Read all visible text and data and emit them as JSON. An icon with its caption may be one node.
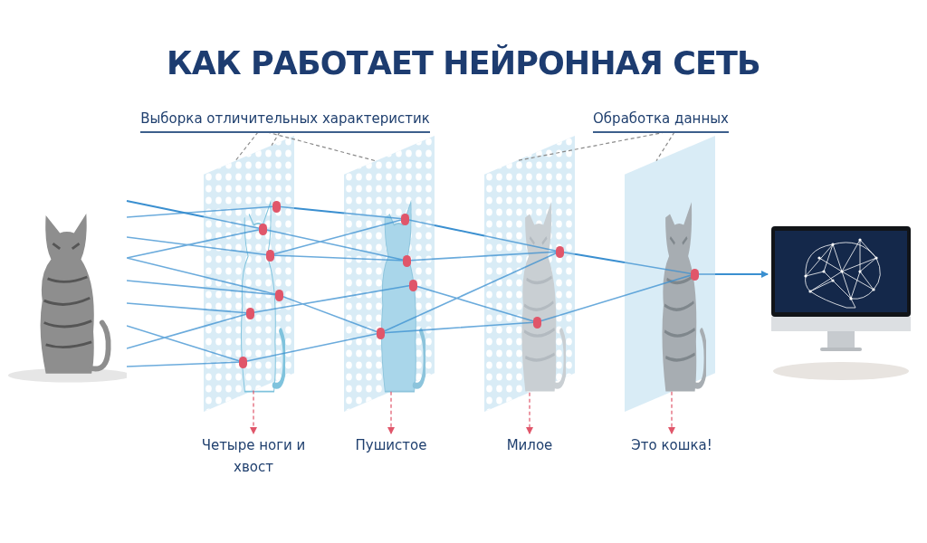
{
  "diagram": {
    "title": "КАК РАБОТАЕТ НЕЙРОННАЯ СЕТЬ",
    "nodes": [
      {
        "text": [],
        "shape": "picture"
      },
      {
        "text": [],
        "shape": "box"
      },
      {
        "text": [],
        "shape": "box"
      },
      {
        "text": [],
        "shape": "box"
      },
      {
        "text": [],
        "shape": "box"
      },
      {
        "text": [],
        "shape": "picture"
      },
      {
        "text": [
          "Выборка отличительных характеристик"
        ]
      },
      {
        "text": [
          "Обработка данных"
        ]
      },
      {
        "text": [
          "Четыре ноги и хвост"
        ]
      },
      {
        "text": [
          "Пушистое"
        ]
      },
      {
        "text": [
          "Милое"
        ]
      },
      {
        "text": [
          "Это кошка!"
        ]
      }
    ],
    "edges": [
      {
        "from": 0,
        "to": 1,
        "arrow": "none"
      },
      {
        "from": 1,
        "to": 2,
        "arrow": "none"
      },
      {
        "from": 2,
        "to": 3,
        "arrow": "none"
      },
      {
        "from": 3,
        "to": 4,
        "arrow": "none"
      },
      {
        "from": 4,
        "to": 5,
        "arrow": "to"
      },
      {
        "from": 6,
        "to": 1,
        "arrow": "none",
        "style": "dashed",
        "color": "#8a8a8a"
      },
      {
        "from": 6,
        "to": 1,
        "arrow": "none",
        "style": "dashed",
        "color": "#8a8a8a"
      },
      {
        "from": 6,
        "to": 2,
        "arrow": "none",
        "style": "dashed",
        "color": "#8a8a8a"
      },
      {
        "from": 7,
        "to": 3,
        "arrow": "none",
        "style": "dashed",
        "color": "#8a8a8a"
      },
      {
        "from": 7,
        "to": 4,
        "arrow": "none",
        "style": "dashed",
        "color": "#8a8a8a"
      },
      {
        "from": 1,
        "to": 8,
        "arrow": "to",
        "style": "dashed",
        "color": "#e0566a"
      },
      {
        "from": 2,
        "to": 9,
        "arrow": "to",
        "style": "dashed",
        "color": "#e0566a"
      },
      {
        "from": 3,
        "to": 10,
        "arrow": "to",
        "style": "dashed",
        "color": "#e0566a"
      },
      {
        "from": 4,
        "to": 11,
        "arrow": "to",
        "style": "dashed",
        "color": "#e0566a"
      }
    ]
  }
}
